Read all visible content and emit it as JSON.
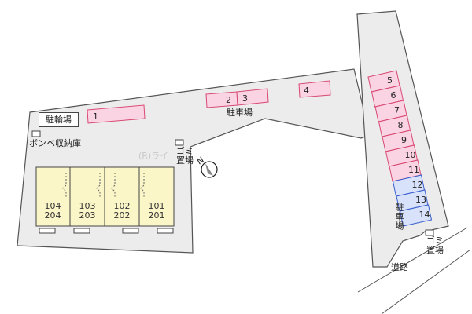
{
  "labels": {
    "bicycle_parking": "駐輪場",
    "gas_storage": "ボンベ収納庫",
    "parking_main": "駐車場",
    "parking_side": "駐車場",
    "garbage_top": "ゴミ置場",
    "garbage_bottom": "ゴミ置場",
    "road": "道路",
    "watermark": "(R)ライ"
  },
  "units": [
    {
      "upper": "104",
      "lower": "204"
    },
    {
      "upper": "103",
      "lower": "203"
    },
    {
      "upper": "102",
      "lower": "202"
    },
    {
      "upper": "101",
      "lower": "201"
    }
  ],
  "parking_spaces": {
    "top": [
      "1",
      "2",
      "3",
      "4"
    ],
    "right_pink": [
      "5",
      "6",
      "7",
      "8",
      "9",
      "10",
      "11"
    ],
    "right_blue": [
      "12",
      "13",
      "14"
    ]
  },
  "compass": {
    "north_label": "N"
  },
  "colors": {
    "site": "#ececec",
    "outline": "#555555",
    "building": "#fbf6c8",
    "parking_pink": "#fbd4e3",
    "parking_pink_border": "#d84a74",
    "parking_blue": "#d9e2fb",
    "parking_blue_border": "#3a5fcd"
  }
}
